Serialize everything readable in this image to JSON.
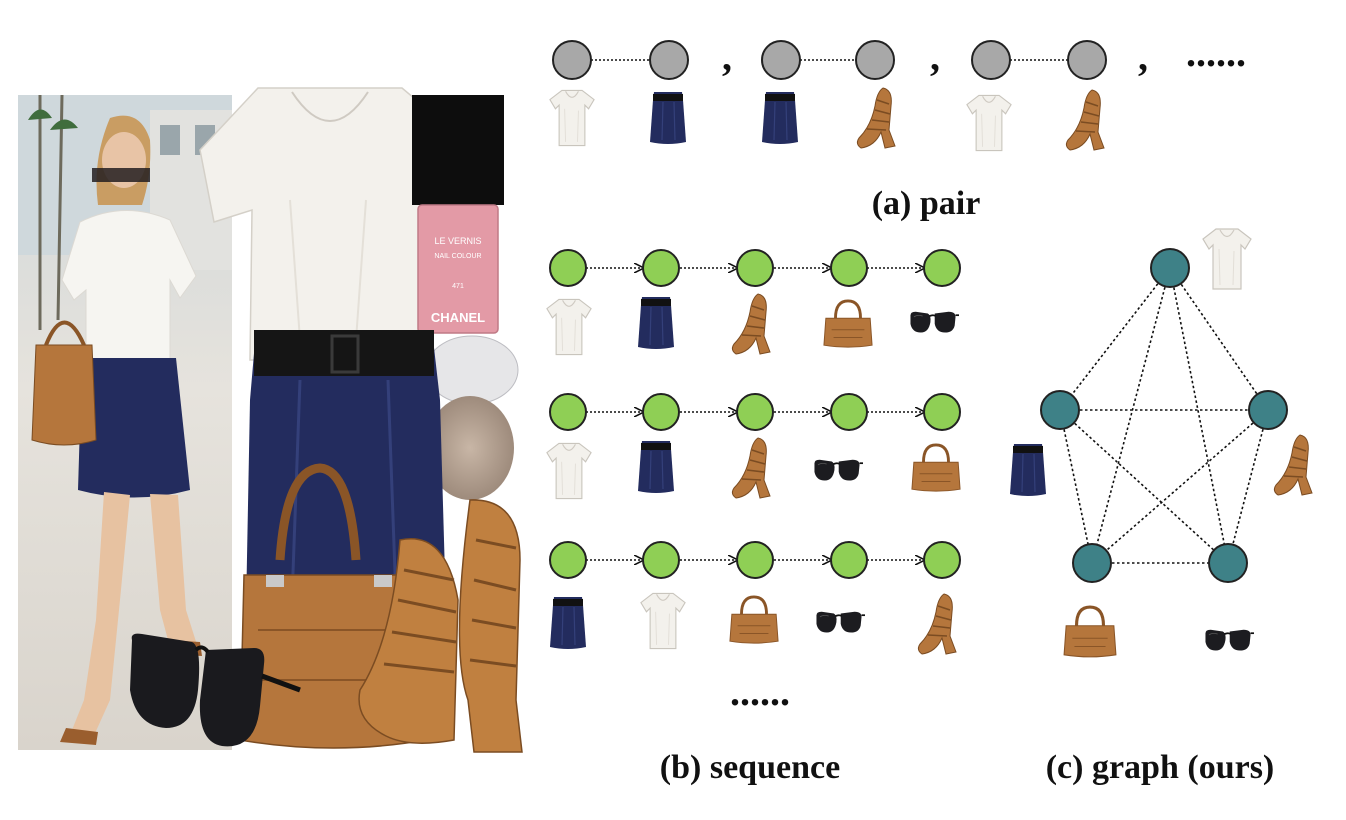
{
  "captions": {
    "pair": "(a) pair",
    "sequence": "(b) sequence",
    "graph": "(c) graph (ours)"
  },
  "separators": {
    "comma": ",",
    "ellipsis": "......"
  },
  "collage": {
    "polish_label_1": "LE VERNIS",
    "polish_label_2": "NAIL COLOUR",
    "polish_label_3": "471",
    "polish_brand": "CHANEL"
  },
  "colors": {
    "pair_node": "#a8a8a8",
    "sequence_node": "#8fcf55",
    "graph_node": "#3e8187",
    "navy_skirt": "#232c5e",
    "tan_leather": "#b5763c",
    "white_top": "#f1efea"
  },
  "items": [
    "white-top",
    "navy-skirt",
    "tan-sandal",
    "tan-handbag",
    "black-sunglasses"
  ]
}
